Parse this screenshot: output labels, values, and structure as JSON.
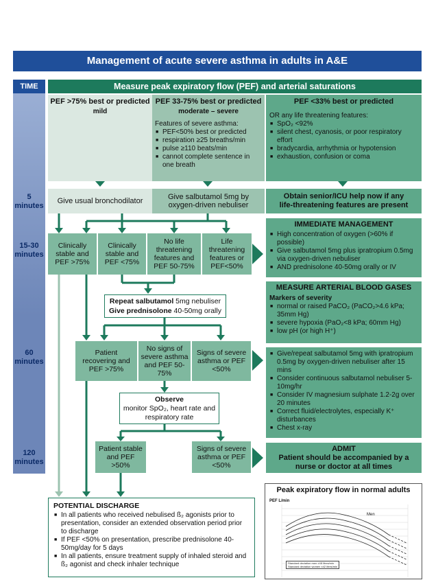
{
  "title": "Management of acute severe asthma in adults in A&E",
  "time_col": {
    "header": "TIME",
    "t5": "5\nminutes",
    "t15": "15-30\nminutes",
    "t60": "60\nminutes",
    "t120": "120\nminutes"
  },
  "band": "Measure peak expiratory flow (PEF) and arterial saturations",
  "col1": {
    "head": "PEF >75% best or predicted",
    "sub": "mild"
  },
  "col2": {
    "head": "PEF 33-75% best or predicted",
    "sub": "moderate – severe",
    "features_title": "Features of severe asthma:",
    "features": [
      "PEF<50% best or predicted",
      "respiration ≥25 breaths/min",
      "pulse ≥110 beats/min",
      "cannot complete sentence in one breath"
    ]
  },
  "col3": {
    "head": "PEF <33% best or predicted",
    "sub": "OR any life threatening features:",
    "features": [
      "SpO₂ <92%",
      "silent chest, cyanosis, or poor respiratory effort",
      "bradycardia, arrhythmia or hypotension",
      "exhaustion, confusion or coma"
    ]
  },
  "step5": {
    "a": "Give usual bronchodilator",
    "b": "Give salbutamol 5mg by oxygen-driven nebuliser",
    "c": "Obtain senior/ICU help now if any life-threatening features are present"
  },
  "step15": {
    "a": "Clinically stable and PEF >75%",
    "b": "Clinically stable and PEF <75%",
    "c": "No life threatening features and PEF 50-75%",
    "d": "Life threatening features or PEF<50%"
  },
  "immediate": {
    "title": "IMMEDIATE MANAGEMENT",
    "items": [
      "High concentration of oxygen (>60% if possible)",
      "Give salbutamol 5mg plus ipratropium 0.5mg via oxygen-driven nebuliser",
      "AND prednisolone 40-50mg orally or IV"
    ]
  },
  "repeat": {
    "l1a": "Repeat salbutamol",
    "l1b": " 5mg nebuliser",
    "l2a": "Give prednisolone",
    "l2b": " 40-50mg orally"
  },
  "abg": {
    "title": "MEASURE ARTERIAL BLOOD GASES",
    "sub": "Markers of severity",
    "items": [
      "normal or raised PaCO₂ (PaCO₂>4.6 kPa; 35mm Hg)",
      "severe hypoxia (PaO₂<8 kPa; 60mm Hg)",
      "low pH (or high H⁺)"
    ]
  },
  "step60": {
    "a": "Patient recovering and PEF >75%",
    "b": "No signs of severe asthma and PEF 50-75%",
    "c": "Signs of severe asthma or PEF <50%"
  },
  "treat": {
    "items": [
      "Give/repeat salbutamol 5mg with ipratropium 0.5mg by oxygen-driven nebuliser after 15 mins",
      "Consider continuous salbutamol nebuliser 5-10mg/hr",
      "Consider IV magnesium sulphate 1.2-2g over 20 minutes",
      "Correct fluid/electrolytes, especially K⁺ disturbances",
      "Chest x-ray"
    ]
  },
  "observe": {
    "title": "Observe",
    "body": "monitor SpO₂, heart rate and respiratory rate"
  },
  "step120": {
    "a": "Patient stable and PEF >50%",
    "b": "Signs of severe asthma or PEF <50%"
  },
  "admit": {
    "title": "ADMIT",
    "body": "Patient should be accompanied by a nurse or doctor at all times"
  },
  "discharge": {
    "title": "POTENTIAL DISCHARGE",
    "items": [
      "In all patients who received nebulised ß₂ agonists prior to presentation, consider an extended observation period prior to discharge",
      "If PEF <50% on presentation, prescribe prednisolone 40-50mg/day for 5 days",
      "In all patients, ensure treatment supply of inhaled steroid and ß₂ agonist and check inhaler technique"
    ]
  },
  "pefchart": {
    "title": "Peak expiratory flow in normal adults",
    "ylabel": "PEF L/min",
    "series_label": "Men",
    "note1": "Standard deviation men ±48 litres/min",
    "note2": "Standard deviation women ±42 litres/min"
  },
  "colors": {
    "title_bg": "#1f4f9a",
    "band": "#1d7a5c",
    "mild": "#dbe8e1",
    "moderate": "#9cc3b0",
    "severe": "#5ea88a"
  }
}
